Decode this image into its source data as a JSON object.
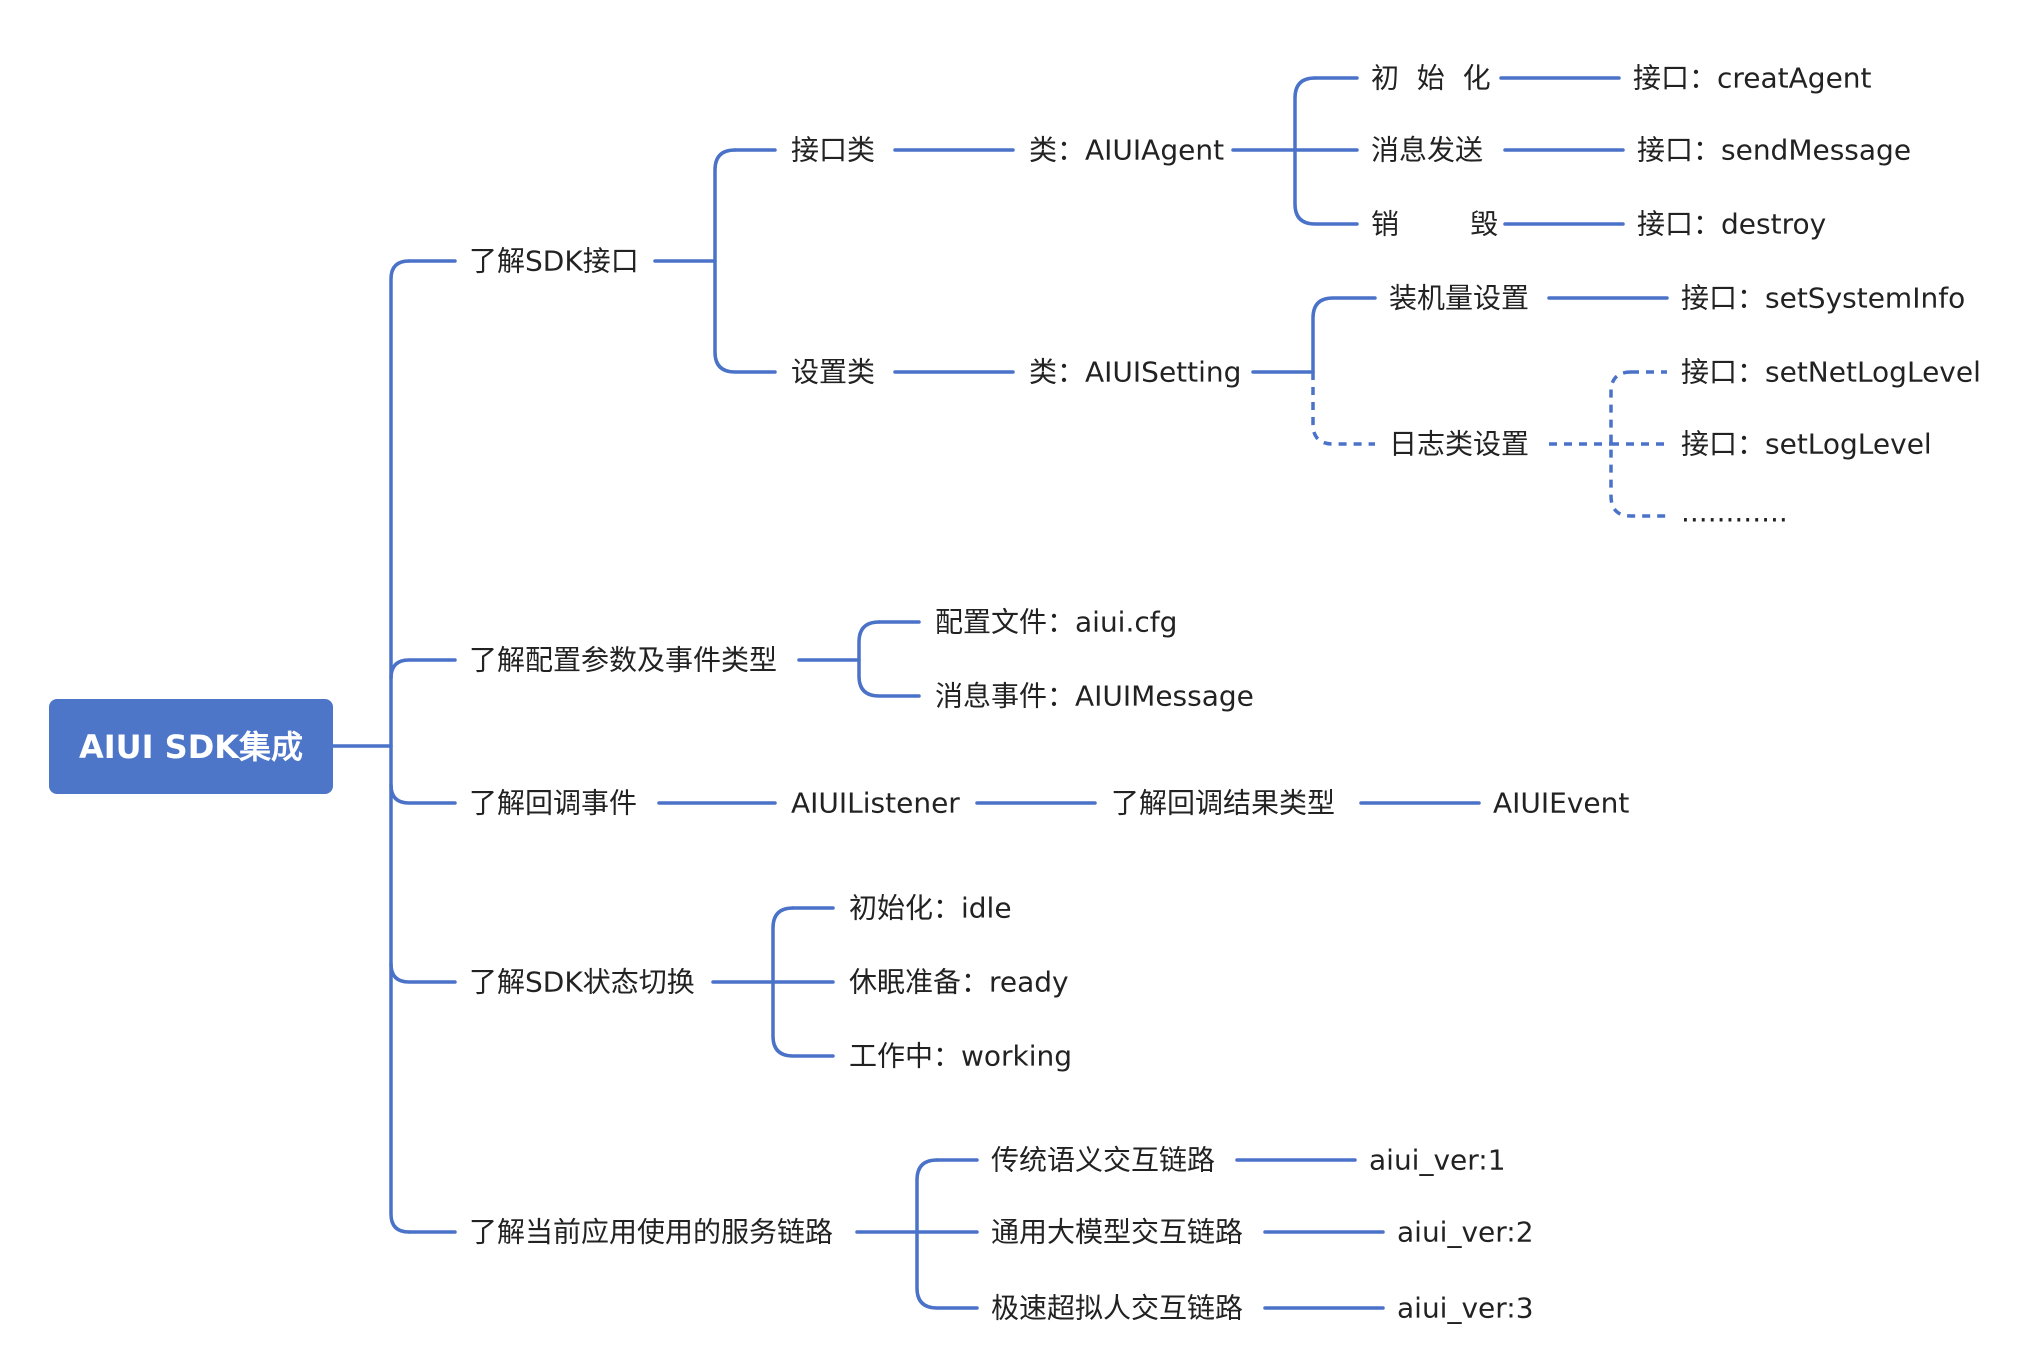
{
  "root": "AIUI SDK集成",
  "branches": {
    "sdk_api": {
      "label": "了解SDK接口",
      "interface_class": {
        "label": "接口类",
        "class": "类：AIUIAgent",
        "methods": [
          {
            "label": "初  始  化",
            "api": "接口：creatAgent"
          },
          {
            "label": "消息发送",
            "api": "接口：sendMessage"
          },
          {
            "label": "销        毁",
            "api": "接口：destroy"
          }
        ]
      },
      "setting_class": {
        "label": "设置类",
        "class": "类：AIUISetting",
        "install": {
          "label": "装机量设置",
          "api": "接口：setSystemInfo"
        },
        "log": {
          "label": "日志类设置",
          "apis": [
            "接口：setNetLogLevel",
            "接口：setLogLevel",
            "............"
          ]
        }
      }
    },
    "config": {
      "label": "了解配置参数及事件类型",
      "items": [
        "配置文件：aiui.cfg",
        "消息事件：AIUIMessage"
      ]
    },
    "callback": {
      "label": "了解回调事件",
      "listener": "AIUIListener",
      "result": "了解回调结果类型",
      "event": "AIUIEvent"
    },
    "state": {
      "label": "了解SDK状态切换",
      "items": [
        "初始化：idle",
        "休眠准备：ready",
        "工作中：working"
      ]
    },
    "service": {
      "label": "了解当前应用使用的服务链路",
      "links": [
        {
          "label": "传统语义交互链路",
          "ver": "aiui_ver:1"
        },
        {
          "label": "通用大模型交互链路",
          "ver": "aiui_ver:2"
        },
        {
          "label": "极速超拟人交互链路",
          "ver": "aiui_ver:3"
        }
      ]
    }
  },
  "colors": {
    "line": "#4a72c8",
    "root_fill": "#4d76c8",
    "root_text": "#ffffff",
    "text": "#222222"
  }
}
